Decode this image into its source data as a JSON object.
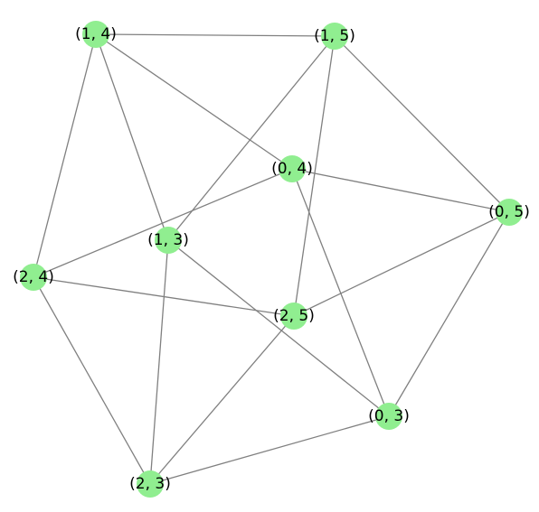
{
  "graph": {
    "node_color": "#90ee90",
    "edge_color": "#808080",
    "nodes": [
      {
        "id": "n14",
        "label": "(1, 4)"
      },
      {
        "id": "n15",
        "label": "(1, 5)"
      },
      {
        "id": "n04",
        "label": "(0, 4)"
      },
      {
        "id": "n05",
        "label": "(0, 5)"
      },
      {
        "id": "n13",
        "label": "(1, 3)"
      },
      {
        "id": "n24",
        "label": "(2, 4)"
      },
      {
        "id": "n25",
        "label": "(2, 5)"
      },
      {
        "id": "n03",
        "label": "(0, 3)"
      },
      {
        "id": "n23",
        "label": "(2, 3)"
      }
    ],
    "edges": [
      {
        "source": "n14",
        "target": "n15"
      },
      {
        "source": "n14",
        "target": "n04"
      },
      {
        "source": "n14",
        "target": "n13"
      },
      {
        "source": "n14",
        "target": "n24"
      },
      {
        "source": "n15",
        "target": "n13"
      },
      {
        "source": "n15",
        "target": "n25"
      },
      {
        "source": "n15",
        "target": "n05"
      },
      {
        "source": "n04",
        "target": "n05"
      },
      {
        "source": "n04",
        "target": "n24"
      },
      {
        "source": "n04",
        "target": "n03"
      },
      {
        "source": "n05",
        "target": "n25"
      },
      {
        "source": "n05",
        "target": "n03"
      },
      {
        "source": "n13",
        "target": "n03"
      },
      {
        "source": "n13",
        "target": "n23"
      },
      {
        "source": "n24",
        "target": "n25"
      },
      {
        "source": "n24",
        "target": "n23"
      },
      {
        "source": "n25",
        "target": "n23"
      },
      {
        "source": "n03",
        "target": "n23"
      }
    ]
  }
}
